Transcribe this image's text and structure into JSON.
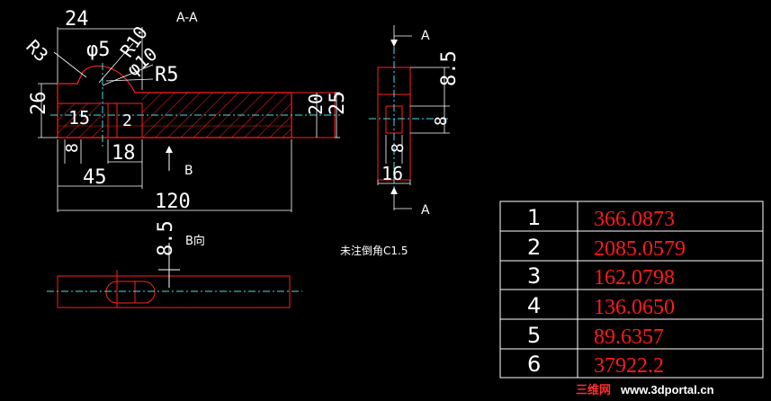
{
  "colors": {
    "background": "#000000",
    "outline": "#ff2020",
    "dimension": "#ffffff",
    "centerline": "#40e0f0",
    "table_value": "#ff1a1a",
    "watermark_a": "#ff3030",
    "watermark_b": "#ffffff"
  },
  "drawing": {
    "section_title": "A-A",
    "b_view_title": "B向",
    "note": "未注倒角C1.5",
    "arrow_b_label": "B",
    "section_mark_top": "A",
    "section_mark_bottom": "A",
    "dims": {
      "d24": "24",
      "r3": "R3",
      "phi5": "φ5",
      "r10": "R10",
      "phi10": "φ10",
      "r5": "R5",
      "d26": "26",
      "d15": "15",
      "d2": "2",
      "d8_left": "8",
      "d18": "18",
      "d45": "45",
      "d120": "120",
      "d20": "20",
      "d25": "25",
      "d8_5_side": "8.5",
      "d8_side": "8",
      "d8_side_bottom": "8",
      "d16": "16",
      "d8_5_bottom": "8.5"
    }
  },
  "table": {
    "rows": [
      {
        "index": "1",
        "value": "366.0873"
      },
      {
        "index": "2",
        "value": "2085.0579"
      },
      {
        "index": "3",
        "value": "162.0798"
      },
      {
        "index": "4",
        "value": "136.0650"
      },
      {
        "index": "5",
        "value": "89.6357"
      },
      {
        "index": "6",
        "value": "37922.2"
      }
    ]
  },
  "watermark": {
    "prefix": "三维网",
    "url": "www.3dportal.cn"
  }
}
